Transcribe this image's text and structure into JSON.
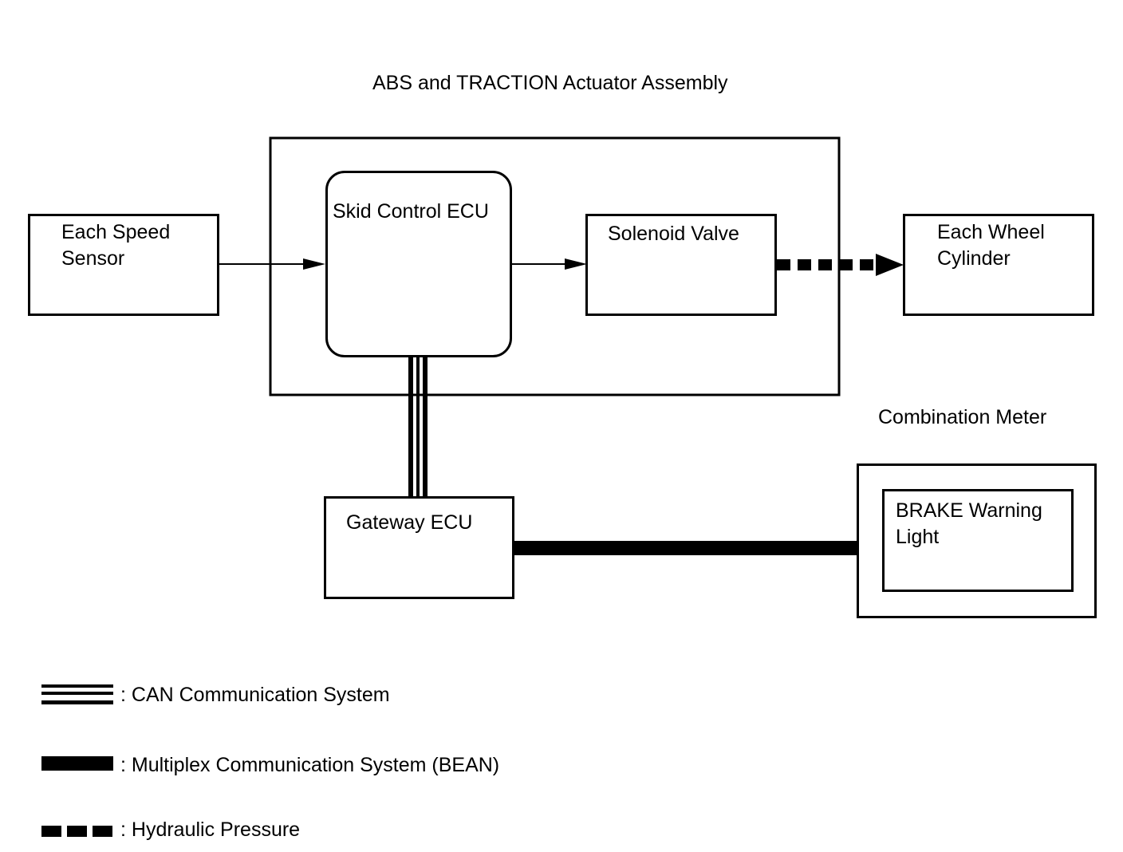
{
  "assembly_title": "ABS and TRACTION Actuator Assembly",
  "combination_meter_title": "Combination Meter",
  "nodes": {
    "speed_sensor": "Each Speed\nSensor",
    "skid_ecu": "Skid Control ECU",
    "solenoid_valve": "Solenoid Valve",
    "wheel_cylinder": "Each Wheel\nCylinder",
    "gateway_ecu": "Gateway ECU",
    "brake_light": "BRAKE Warning\nLight"
  },
  "legend": {
    "can": ": CAN Communication System",
    "multiplex": ": Multiplex Communication System (BEAN)",
    "hydraulic": ": Hydraulic Pressure"
  },
  "colors": {
    "line": "#000000",
    "background": "#ffffff"
  }
}
